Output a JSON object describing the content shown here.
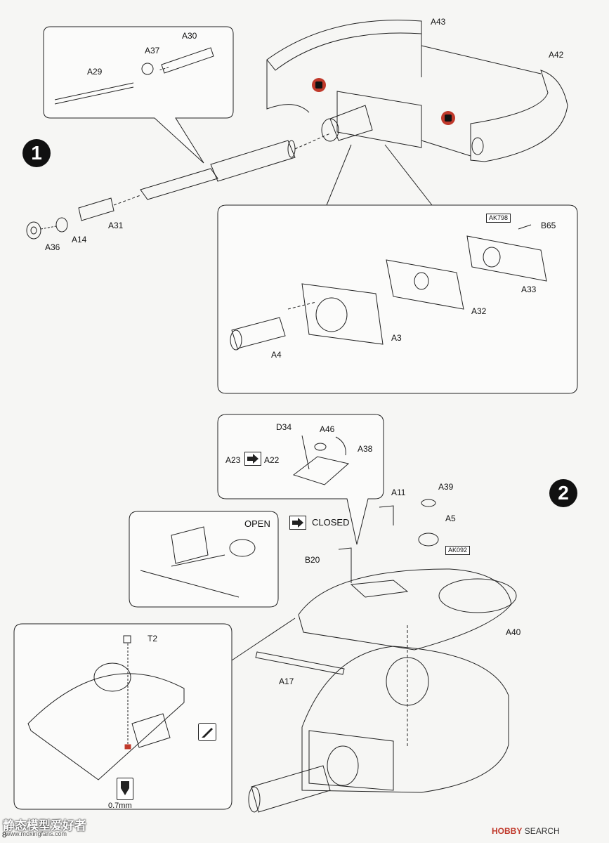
{
  "steps": [
    "1",
    "2"
  ],
  "step1": {
    "barrel_parts": {
      "A29": "A29",
      "A37": "A37",
      "A30": "A30"
    },
    "muzzle_parts": {
      "A36": "A36",
      "A14": "A14",
      "A31": "A31"
    },
    "mantlet_parts": {
      "A43": "A43",
      "A42": "A42"
    },
    "detail_parts": {
      "AK798": "AK798",
      "B65": "B65",
      "A33": "A33",
      "A32": "A32",
      "A3": "A3",
      "A4": "A4"
    }
  },
  "step2": {
    "hatch_parts": {
      "D34": "D34",
      "A46": "A46",
      "A38": "A38",
      "A23": "A23",
      "A22": "A22"
    },
    "open_label": "OPEN",
    "closed_label": "CLOSED",
    "roof_parts": {
      "A11": "A11",
      "A39": "A39",
      "A5": "A5",
      "AK092": "AK092",
      "B20": "B20",
      "A40": "A40",
      "A17": "A17",
      "T2": "T2"
    },
    "drill_size": "0.7mm"
  },
  "page_number": "8",
  "watermark_left": "静态模型爱好者",
  "watermark_left_url": "www.moxingfans.com",
  "watermark_right": {
    "brand": "HOBBY",
    "suffix": "SEARCH"
  },
  "icons": [
    "no-glue-icon",
    "arrow-icon",
    "knife-icon",
    "drill-icon"
  ]
}
